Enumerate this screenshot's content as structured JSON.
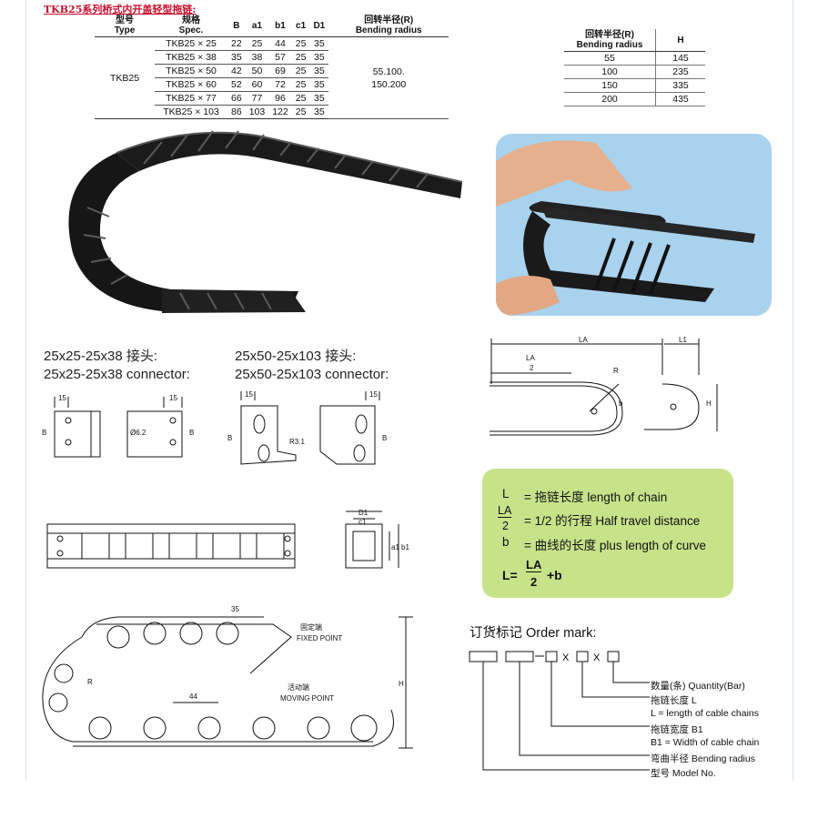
{
  "title": "TKB25系列桥式内开盖轻型拖链:",
  "spec_table": {
    "headers": [
      {
        "cn": "型号",
        "en": "Type"
      },
      {
        "cn": "规格",
        "en": "Spec."
      },
      {
        "cn": "",
        "en": "B"
      },
      {
        "cn": "",
        "en": "a1"
      },
      {
        "cn": "",
        "en": "b1"
      },
      {
        "cn": "",
        "en": "c1"
      },
      {
        "cn": "",
        "en": "D1"
      },
      {
        "cn": "回转半径(R)",
        "en": "Bending radius"
      }
    ],
    "type": "TKB25",
    "bending": "55.100.\n150.200",
    "rows": [
      {
        "spec": "TKB25 × 25",
        "B": "22",
        "a1": "25",
        "b1": "44",
        "c1": "25",
        "D1": "35"
      },
      {
        "spec": "TKB25 × 38",
        "B": "35",
        "a1": "38",
        "b1": "57",
        "c1": "25",
        "D1": "35"
      },
      {
        "spec": "TKB25 × 50",
        "B": "42",
        "a1": "50",
        "b1": "69",
        "c1": "25",
        "D1": "35"
      },
      {
        "spec": "TKB25 × 60",
        "B": "52",
        "a1": "60",
        "b1": "72",
        "c1": "25",
        "D1": "35"
      },
      {
        "spec": "TKB25 × 77",
        "B": "66",
        "a1": "77",
        "b1": "96",
        "c1": "25",
        "D1": "35"
      },
      {
        "spec": "TKB25 × 103",
        "B": "86",
        "a1": "103",
        "b1": "122",
        "c1": "25",
        "D1": "35"
      }
    ]
  },
  "radius_table": {
    "header_radius_cn": "回转半径(R)",
    "header_radius_en": "Bending radius",
    "header_h": "H",
    "rows": [
      {
        "r": "55",
        "h": "145"
      },
      {
        "r": "100",
        "h": "235"
      },
      {
        "r": "150",
        "h": "335"
      },
      {
        "r": "200",
        "h": "435"
      }
    ]
  },
  "connectors": {
    "left_cn": "25x25-25x38 接头:",
    "left_en": "25x25-25x38 connector:",
    "right_cn": "25x50-25x103 接头:",
    "right_en": "25x50-25x103 connector:"
  },
  "dims": {
    "d15": "15",
    "hole": "Ø6.2",
    "r31": "R3.1",
    "b": "B",
    "d1": "D1",
    "c1": "c1",
    "a1": "a1",
    "b1": "b1",
    "la": "LA",
    "two": "2",
    "l1": "L1",
    "r": "R",
    "bb": "b",
    "h": "H",
    "d35": "35",
    "d44": "44",
    "fixed_cn": "固定端",
    "fixed_en": "FIXED POINT",
    "moving_cn": "活动端",
    "moving_en": "MOVING POINT"
  },
  "legend": {
    "l_sym": "L",
    "l_text": "= 拖链长度  length of chain",
    "la_sym": "LA",
    "la_den": "2",
    "la_text": "= 1/2 的行程  Half travel distance",
    "b_sym": "b",
    "b_text": "= 曲线的长度  plus length of curve",
    "formula_l": "L=",
    "formula_la": "LA",
    "formula_den": "2",
    "formula_tail": "+b"
  },
  "order": {
    "title": "订货标记 Order mark:",
    "x": "X",
    "labels": [
      "数量(条) Quantity(Bar)",
      "拖链长度 L",
      "L = length of cable chains",
      "拖链宽度 B1",
      "B1 = Width of cable chain",
      "弯曲半径 Bending radius",
      "型号 Model No."
    ]
  }
}
